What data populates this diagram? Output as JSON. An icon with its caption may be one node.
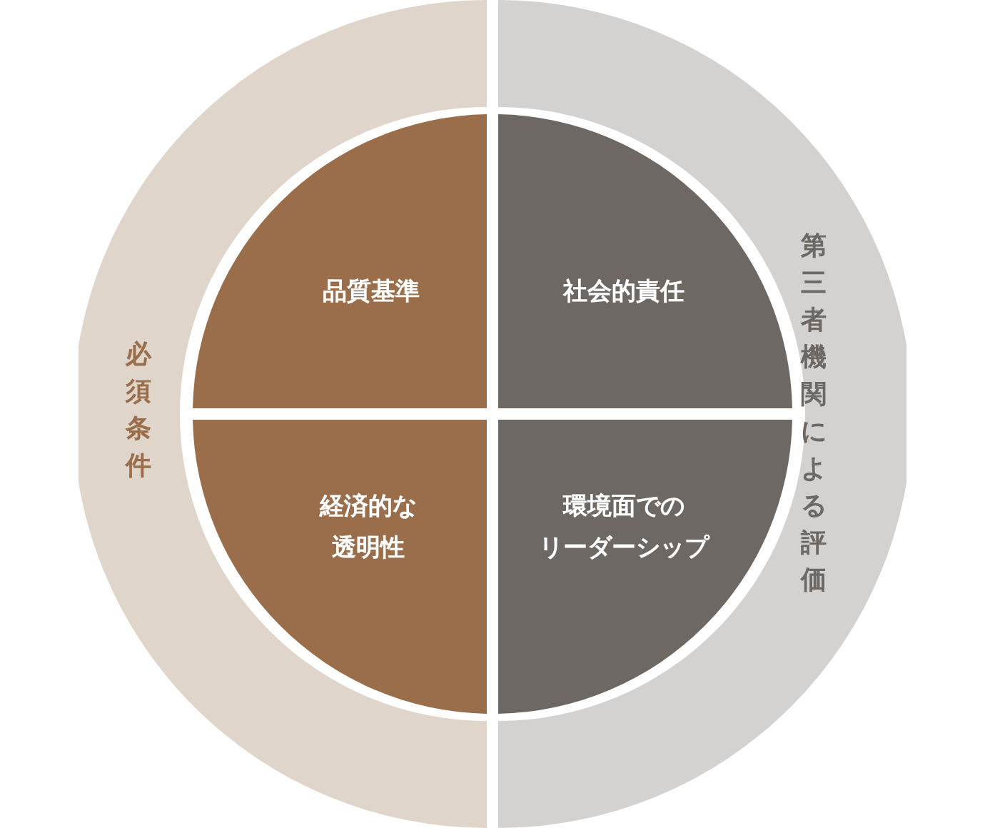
{
  "diagram": {
    "nodes": [
      {
        "text": [
          "必須条件"
        ]
      },
      {
        "text": [
          "第三者機関による評価"
        ]
      },
      {
        "text": [
          "品質基準"
        ]
      },
      {
        "text": [
          "社会的責任"
        ]
      },
      {
        "text": [
          "経済的な透明性"
        ]
      },
      {
        "text": [
          "環境面でのリーダーシップ"
        ]
      }
    ],
    "edges": []
  }
}
